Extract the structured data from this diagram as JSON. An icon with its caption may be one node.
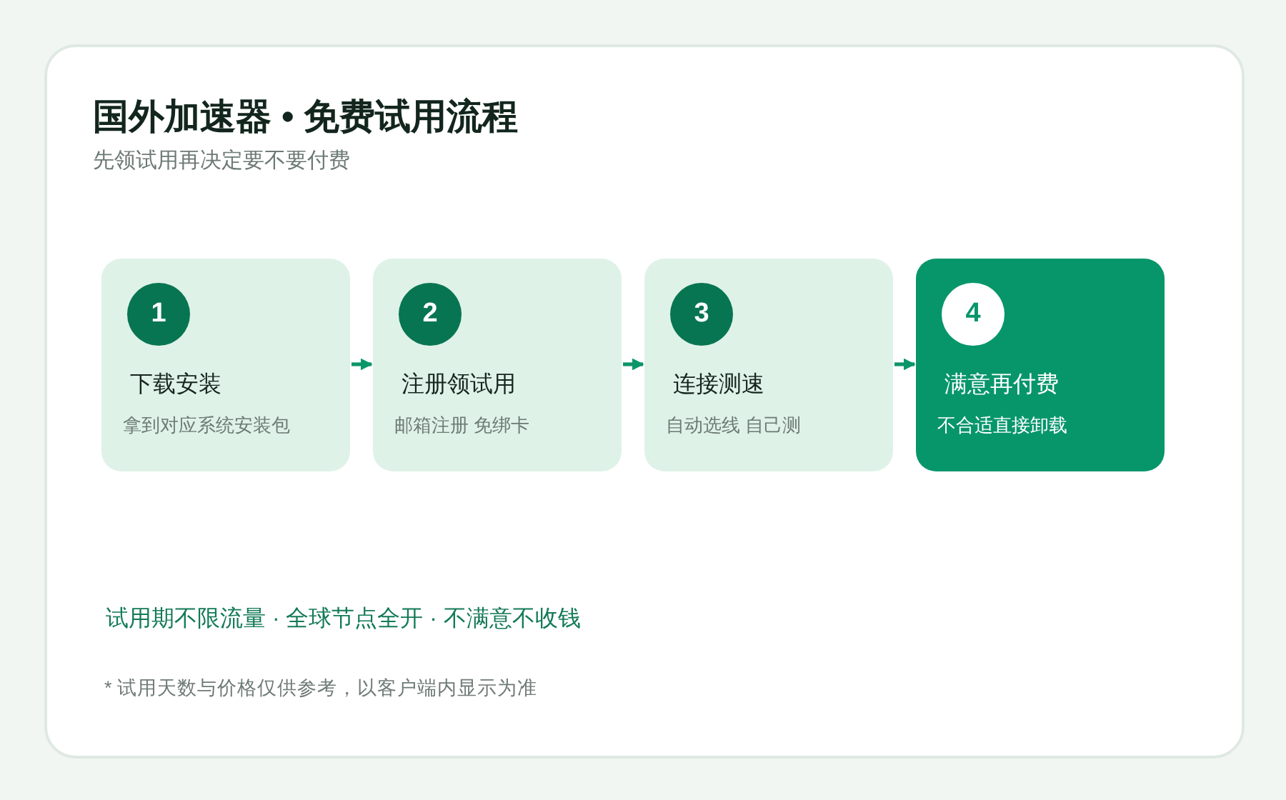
{
  "diagram": {
    "title": "国外加速器 • 免费试用流程",
    "nodes": [
      {
        "text": [
          "1",
          "下载安装",
          "拿到对应系统安装包"
        ]
      },
      {
        "text": [
          "2",
          "注册领试用",
          "邮箱注册 免绑卡"
        ]
      },
      {
        "text": [
          "3",
          "连接测速",
          "自动选线 自己测"
        ]
      },
      {
        "text": [
          "4",
          "满意再付费",
          "不合适直接卸载"
        ]
      }
    ],
    "edges": [
      {
        "from": 0,
        "to": 1,
        "arrow": "to"
      },
      {
        "from": 1,
        "to": 2,
        "arrow": "to"
      },
      {
        "from": 2,
        "to": 3,
        "arrow": "to"
      }
    ],
    "labels": [
      "先领试用再决定要不要付费",
      "试用期不限流量 · 全球节点全开 · 不满意不收钱",
      "* 试用天数与价格仅供参考，以客户端内显示为准"
    ]
  }
}
